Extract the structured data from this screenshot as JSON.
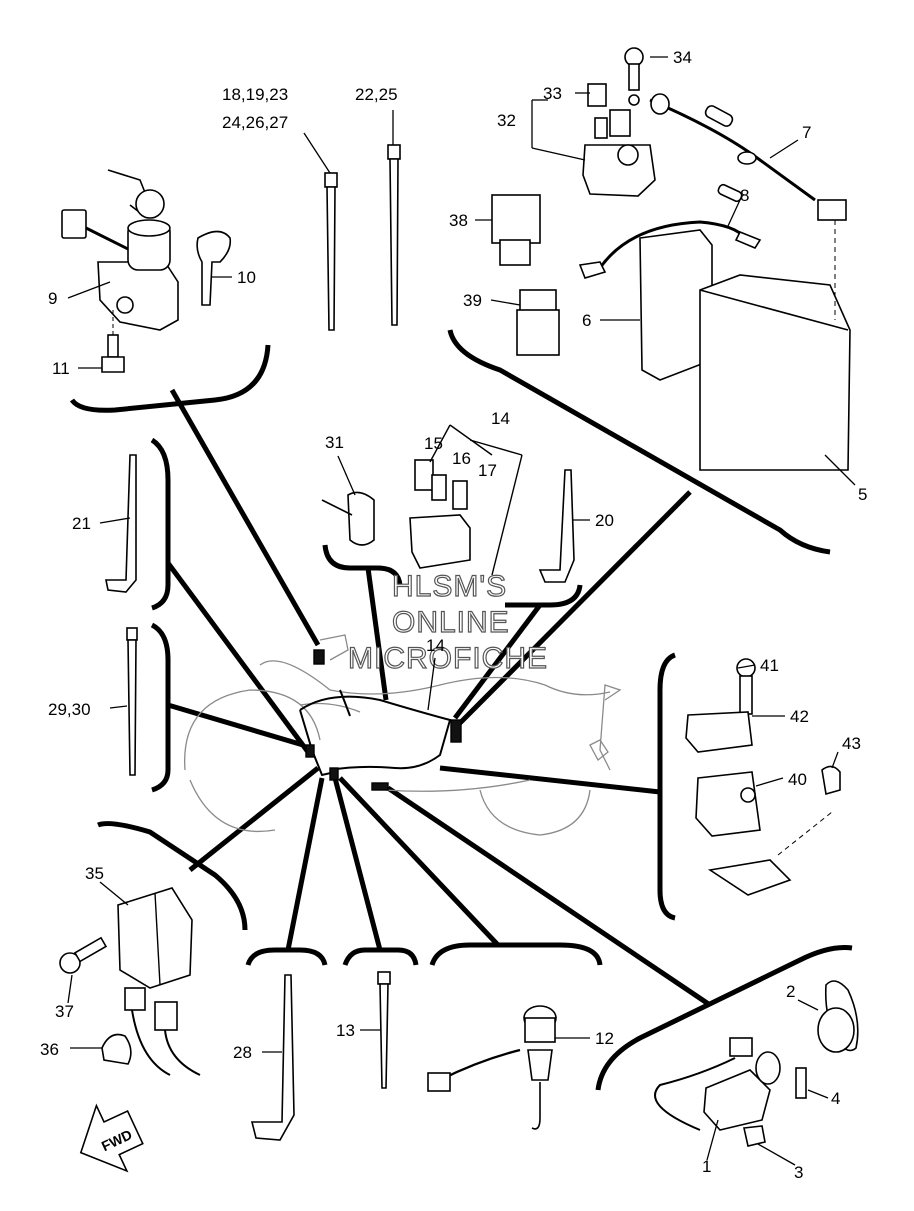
{
  "watermark": {
    "line1": "HLSM'S",
    "line2": "ONLINE",
    "line3": "MICROFICHE"
  },
  "direction_label": "FWD",
  "callouts": {
    "c1": "1",
    "c2": "2",
    "c3": "3",
    "c4": "4",
    "c5": "5",
    "c6": "6",
    "c7": "7",
    "c8": "8",
    "c9": "9",
    "c10": "10",
    "c11": "11",
    "c12": "12",
    "c13": "13",
    "c14a": "14",
    "c14b": "14",
    "c15": "15",
    "c16": "16",
    "c17": "17",
    "c18": "18,19,23",
    "c24": "24,26,27",
    "c20": "20",
    "c21": "21",
    "c22": "22,25",
    "c28": "28",
    "c29": "29,30",
    "c31": "31",
    "c32": "32",
    "c33": "33",
    "c34": "34",
    "c35": "35",
    "c36": "36",
    "c37": "37",
    "c38": "38",
    "c39": "39",
    "c40": "40",
    "c41": "41",
    "c42": "42",
    "c43": "43"
  }
}
